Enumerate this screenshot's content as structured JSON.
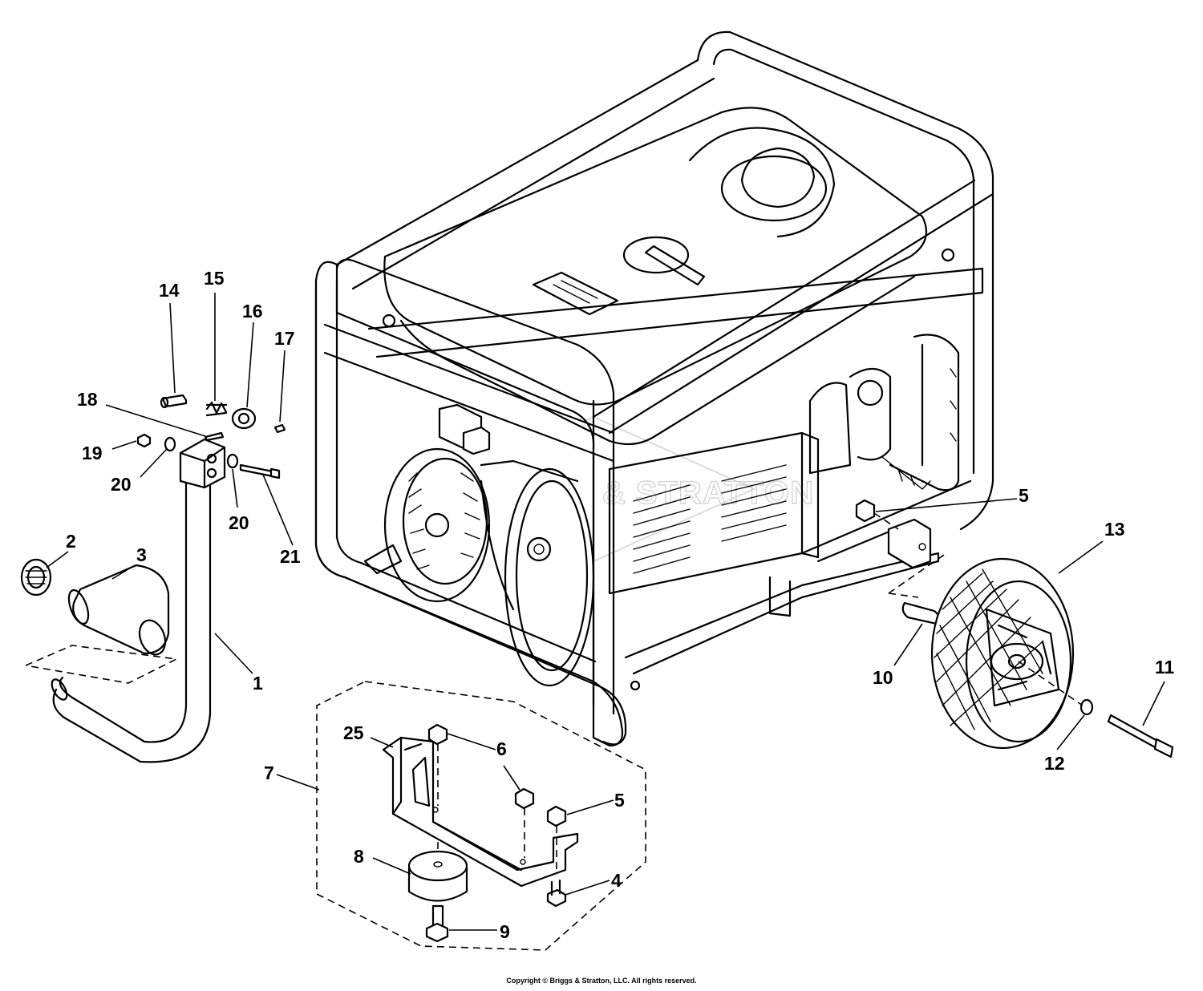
{
  "diagram": {
    "watermark": "BRIGGS & STRATTON",
    "copyright": "Copyright © Briggs & Stratton, LLC. All rights reserved.",
    "callouts": [
      {
        "id": "c14",
        "label": "14"
      },
      {
        "id": "c15",
        "label": "15"
      },
      {
        "id": "c16",
        "label": "16"
      },
      {
        "id": "c17",
        "label": "17"
      },
      {
        "id": "c18",
        "label": "18"
      },
      {
        "id": "c19",
        "label": "19"
      },
      {
        "id": "c20a",
        "label": "20"
      },
      {
        "id": "c20b",
        "label": "20"
      },
      {
        "id": "c21",
        "label": "21"
      },
      {
        "id": "c2",
        "label": "2"
      },
      {
        "id": "c3",
        "label": "3"
      },
      {
        "id": "c1",
        "label": "1"
      },
      {
        "id": "c5a",
        "label": "5"
      },
      {
        "id": "c13",
        "label": "13"
      },
      {
        "id": "c10",
        "label": "10"
      },
      {
        "id": "c11",
        "label": "11"
      },
      {
        "id": "c12",
        "label": "12"
      },
      {
        "id": "c25",
        "label": "25"
      },
      {
        "id": "c6a",
        "label": "6"
      },
      {
        "id": "c6b",
        "label": "6"
      },
      {
        "id": "c5b",
        "label": "5"
      },
      {
        "id": "c7",
        "label": "7"
      },
      {
        "id": "c8",
        "label": "8"
      },
      {
        "id": "c4",
        "label": "4"
      },
      {
        "id": "c9",
        "label": "9"
      }
    ]
  }
}
